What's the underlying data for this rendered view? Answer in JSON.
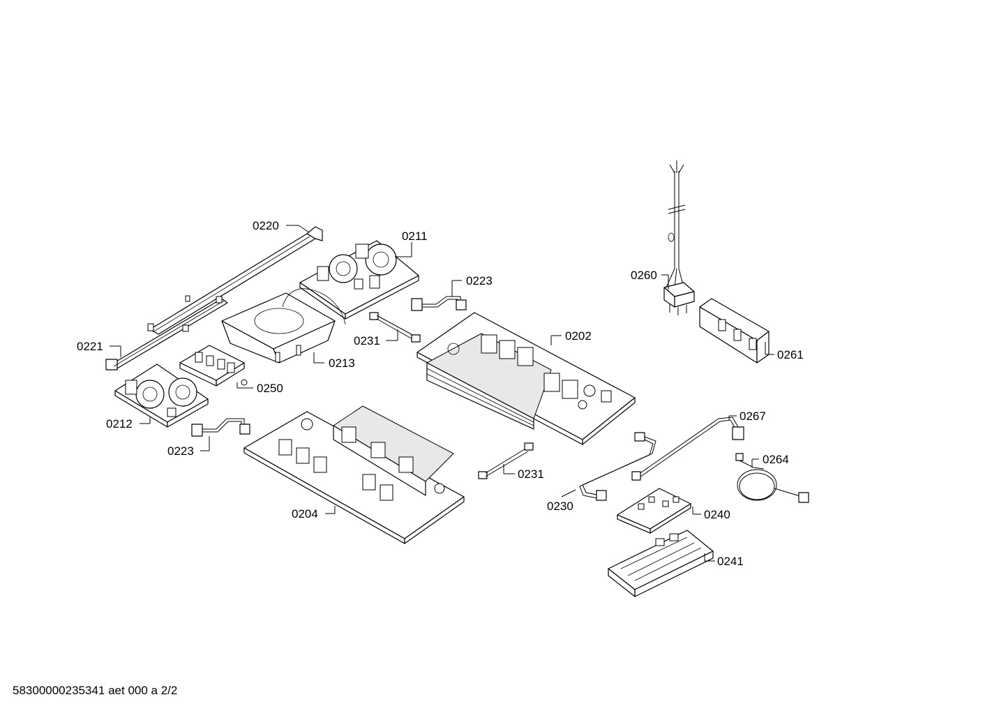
{
  "footer": "58300000235341 aet 000 a 2/2",
  "labels": {
    "p0220": "0220",
    "p0211": "0211",
    "p0223a": "0223",
    "p0260": "0260",
    "p0221": "0221",
    "p0231a": "0231",
    "p0202": "0202",
    "p0213": "0213",
    "p0261": "0261",
    "p0250": "0250",
    "p0212": "0212",
    "p0267": "0267",
    "p0223b": "0223",
    "p0264": "0264",
    "p0231b": "0231",
    "p0230": "0230",
    "p0204": "0204",
    "p0240": "0240",
    "p0241": "0241"
  }
}
